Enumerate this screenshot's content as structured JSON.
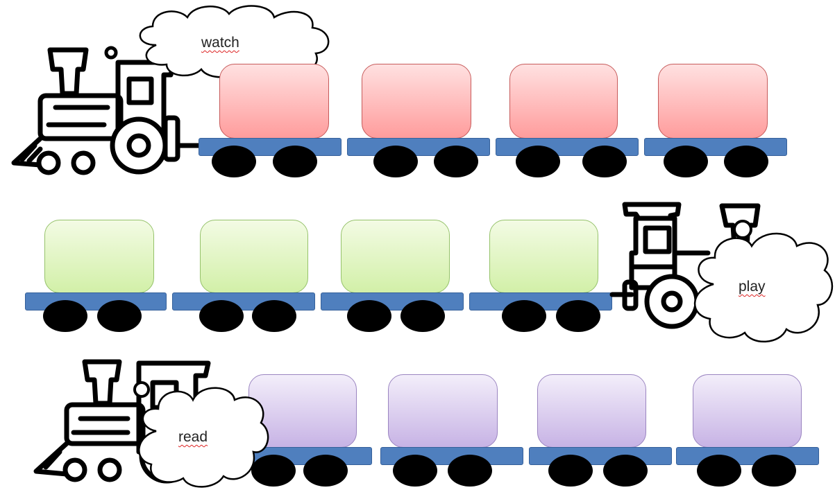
{
  "clouds": {
    "top": "watch",
    "middle": "play",
    "bottom": "read"
  },
  "colors": {
    "row1_cargo": "#ffb3b3",
    "row2_cargo": "#d9f2b3",
    "row3_cargo": "#d6c8ee",
    "bed": "#4f7fbe",
    "wheel": "#000000"
  },
  "icons": [
    "steam-locomotive-icon",
    "thought-cloud-icon"
  ]
}
